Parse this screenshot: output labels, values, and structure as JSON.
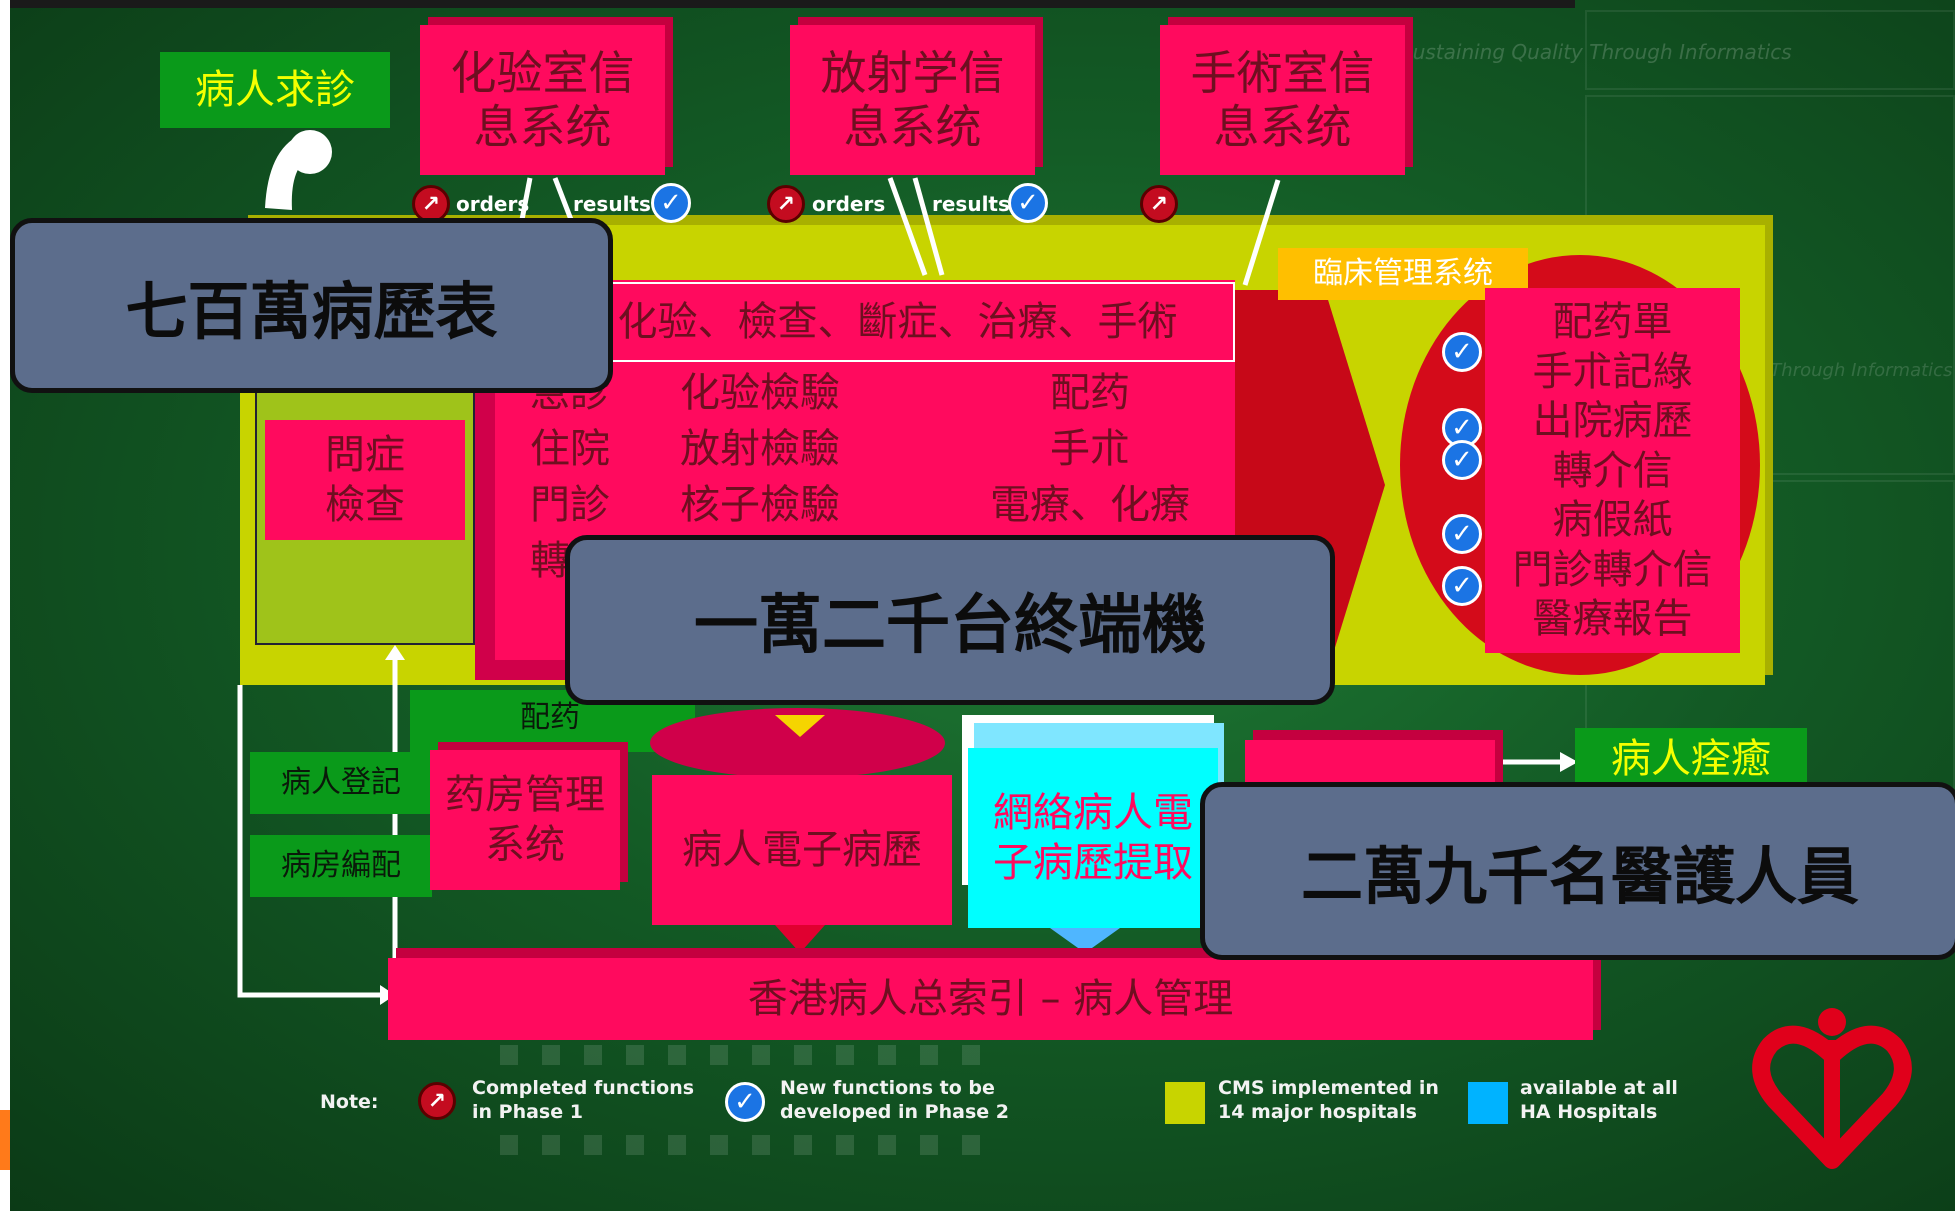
{
  "title_cards": {
    "records": "七百萬病歷表",
    "terminals": "一萬二千台終端機",
    "staff": "二萬九千名醫護人員"
  },
  "labels": {
    "patient_visit": "病人求診",
    "patient_registration": "病人登記",
    "ward_assignment": "病房編配",
    "dispense": "配药",
    "patient_recovery": "病人痊癒",
    "clinical_system": "臨床管理系统"
  },
  "systems": {
    "lab": "化验室信息系统",
    "radiology": "放射学信息系统",
    "surgery": "手術室信息系统",
    "pharmacy": "药房管理系统",
    "epr": "病人電子病歷",
    "web_epr": "網絡病人電子病歷提取",
    "pmi": "香港病人总索引 – 病人管理"
  },
  "flow": {
    "orders": "orders",
    "results": "results"
  },
  "consult": {
    "line1": "問症",
    "line2": "檢查"
  },
  "process": {
    "header": "化验、檢查、斷症、治療、手術",
    "col1": [
      "急診",
      "住院",
      "門診",
      "轉"
    ],
    "col2": [
      "化验檢驗",
      "放射檢驗",
      "核子檢驗"
    ],
    "col3": [
      "配药",
      "手朮",
      "電療、化療"
    ]
  },
  "outputs": [
    "配药單",
    "手朮記綠",
    "出院病歷",
    "轉介信",
    "病假紙",
    "門診轉介信",
    "醫療報告"
  ],
  "watermark": "Sustaining Quality Through Informatics",
  "legend": {
    "title": "Note:",
    "completed": "Completed functions in Phase 1",
    "new": "New functions to be developed in Phase 2",
    "cms": "CMS implemented in 14 major hospitals",
    "available": "available at all HA Hospitals"
  },
  "colors": {
    "pink": "#ff0a5e",
    "yellow_platform": "#c8d400",
    "green_label": "#0a9a1a",
    "cyan_box": "#00ffff",
    "navy_card": "#5c6d8c",
    "ha_logo": "#e0001b"
  }
}
